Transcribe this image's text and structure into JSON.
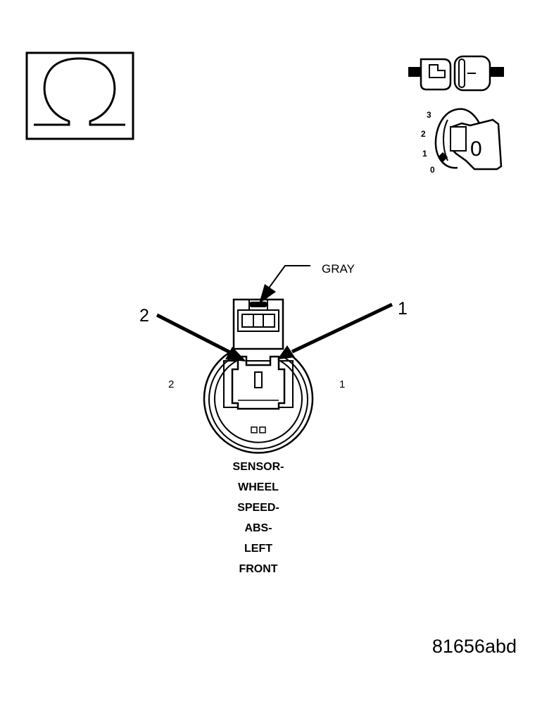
{
  "symbol": {
    "name": "ohm-meter-icon"
  },
  "ignition": {
    "positions": [
      "3",
      "2",
      "1",
      "0"
    ],
    "key_label": "0"
  },
  "connector": {
    "color_label": "GRAY",
    "callout_left": "2",
    "callout_right": "1",
    "cavity_left": "2",
    "cavity_right": "1"
  },
  "caption": {
    "lines": [
      "SENSOR-",
      "WHEEL",
      "SPEED-",
      "ABS-",
      "LEFT",
      "FRONT"
    ]
  },
  "reference_code": "81656abd"
}
